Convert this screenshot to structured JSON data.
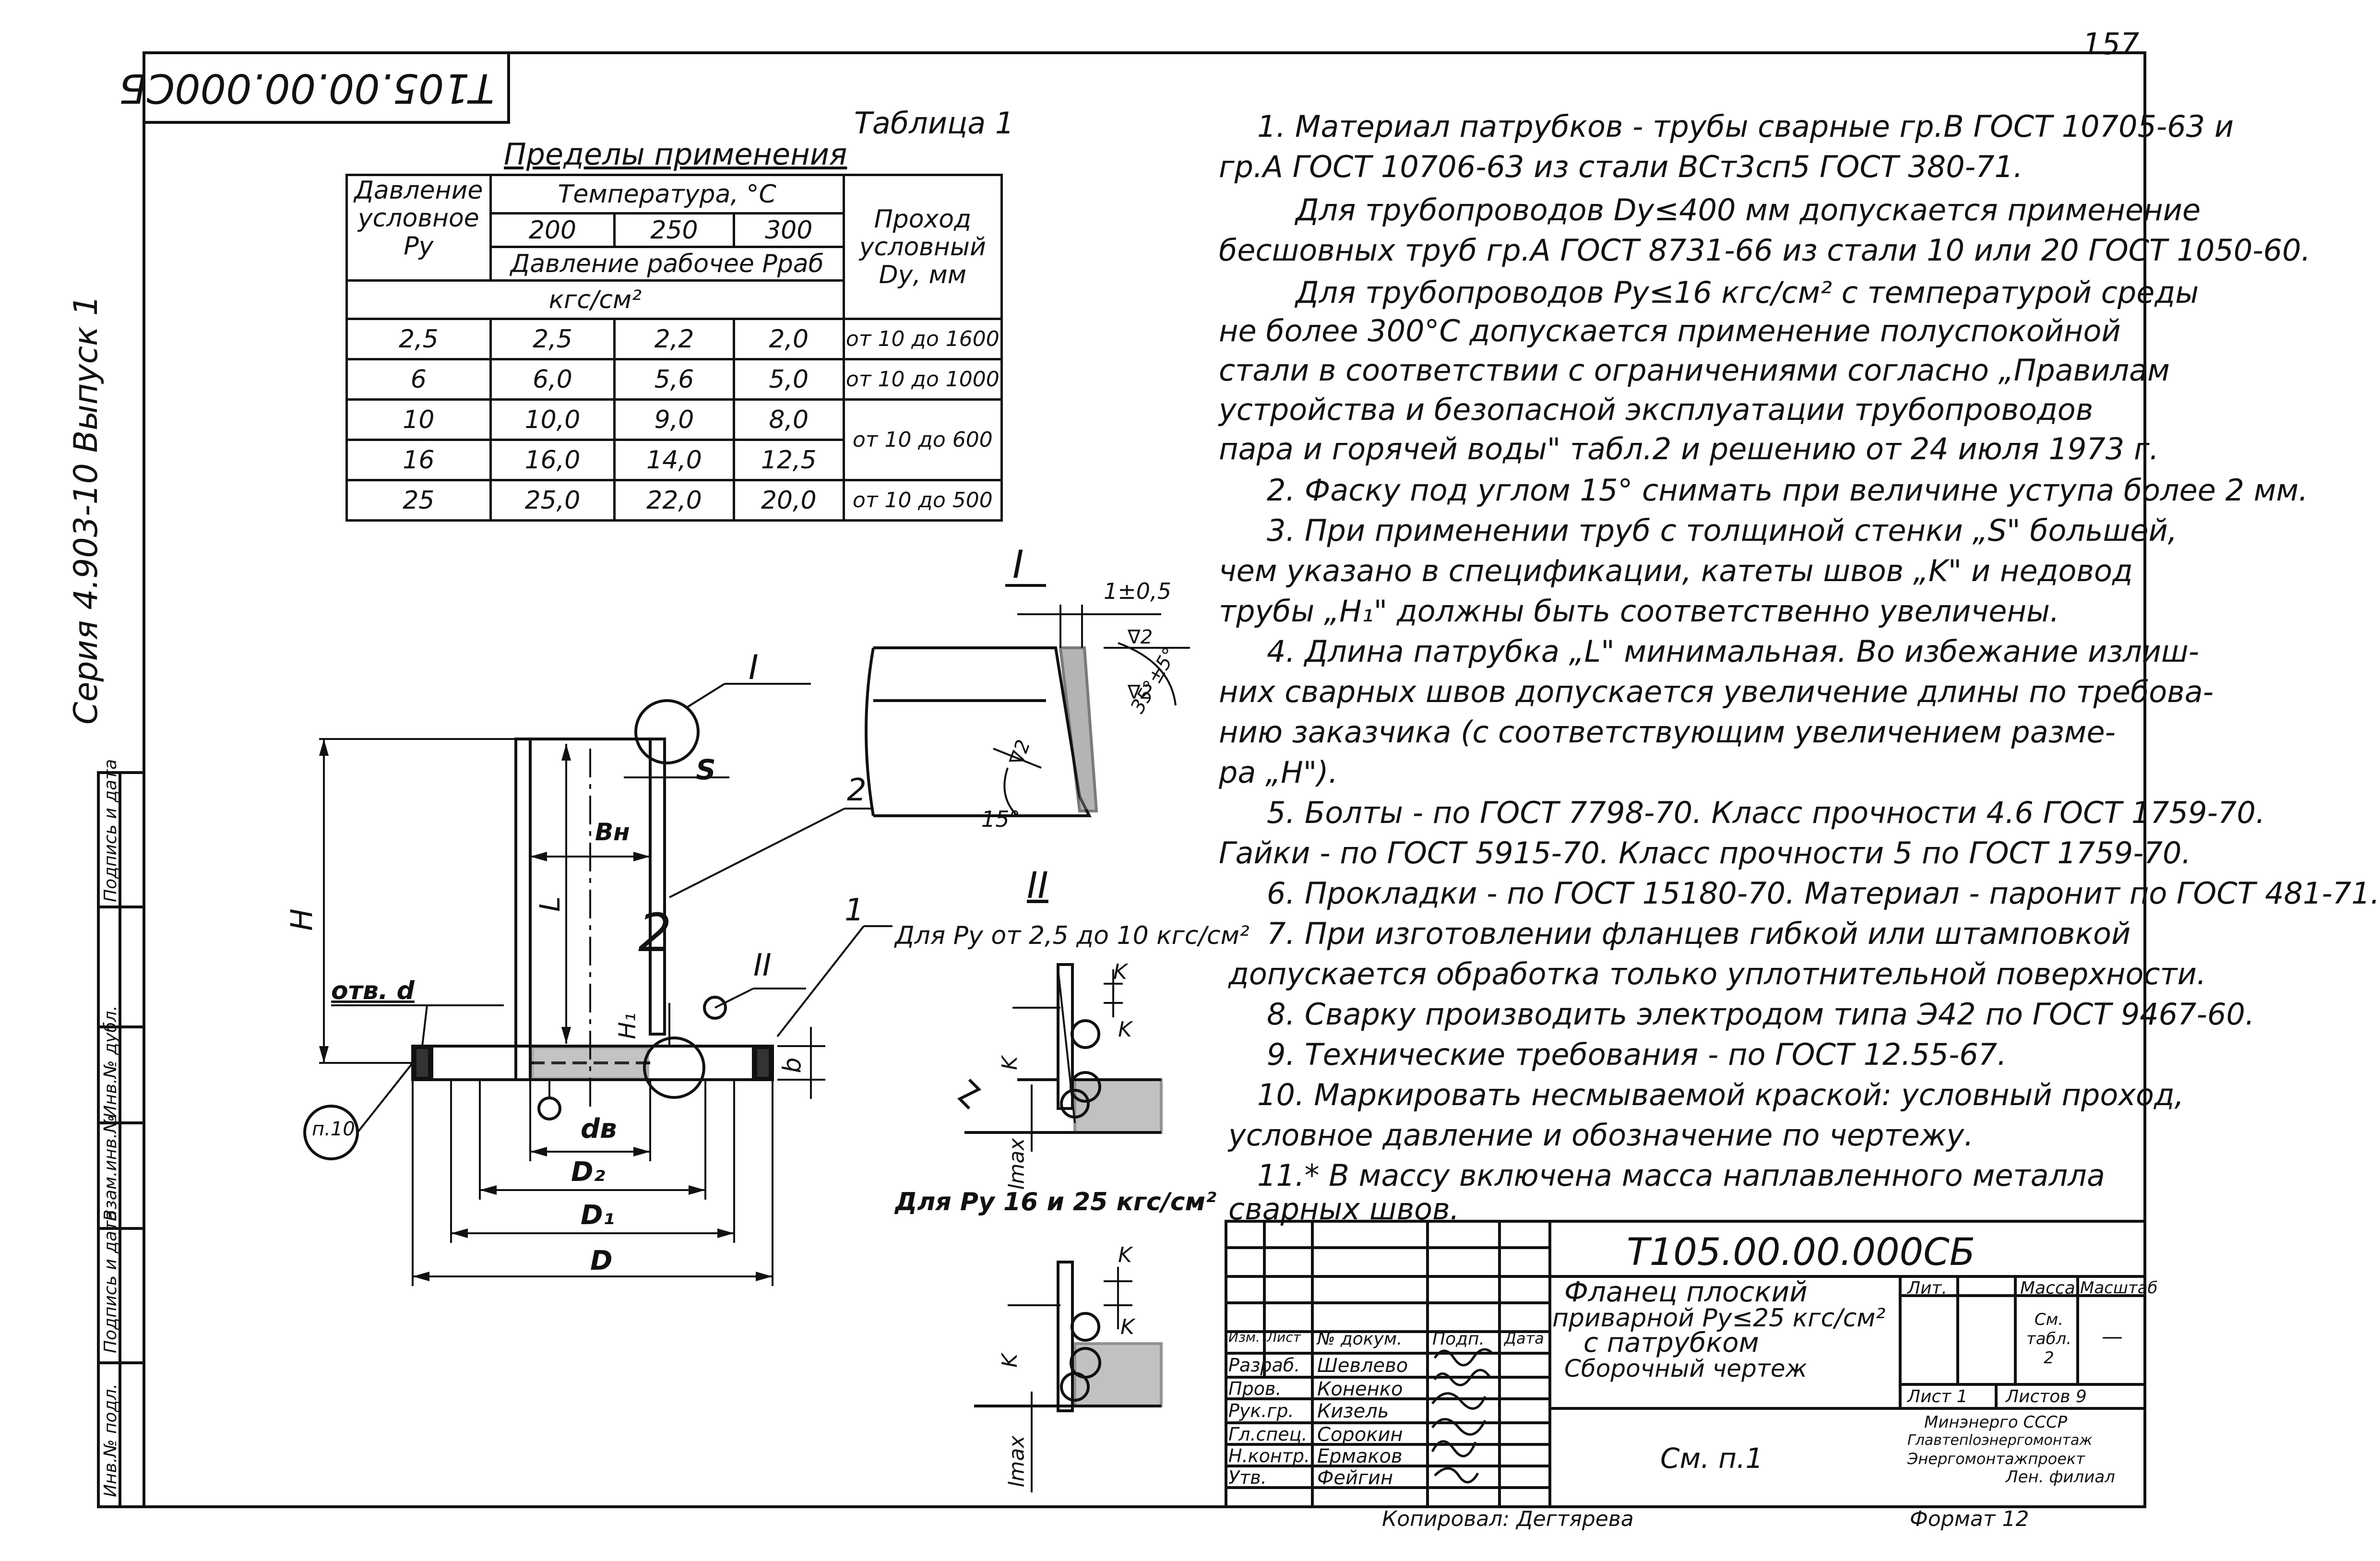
{
  "page_number": "157",
  "stamp_code": "Т105.00.00.000СБ",
  "series_label": "Серия 4.903-10 Выпуск 1",
  "side_labels": [
    "Инв.№ подл.",
    "Подпись и дата",
    "Взам.инв.№",
    "Инв.№ дубл.",
    "Подпись и дата"
  ],
  "table1": {
    "caption": "Таблица 1",
    "title": "Пределы применения",
    "col_pressure": "Давление условное Ру",
    "col_temperature": "Температура, °С",
    "temps": [
      "200",
      "250",
      "300"
    ],
    "col_work_pressure": "Давление рабочее Рраб",
    "unit": "кгс/см²",
    "col_dn": "Проход условный Dу, мм",
    "rows": [
      {
        "py": "2,5",
        "p200": "2,5",
        "p250": "2,2",
        "p300": "2,0",
        "dn": "от 10 до 1600"
      },
      {
        "py": "6",
        "p200": "6,0",
        "p250": "5,6",
        "p300": "5,0",
        "dn": "от 10 до 1000"
      },
      {
        "py": "10",
        "p200": "10,0",
        "p250": "9,0",
        "p300": "8,0",
        "dn": "от 10 до 600"
      },
      {
        "py": "16",
        "p200": "16,0",
        "p250": "14,0",
        "p300": "12,5",
        "dn": ""
      },
      {
        "py": "25",
        "p200": "25,0",
        "p250": "22,0",
        "p300": "20,0",
        "dn": "от 10 до 500"
      }
    ]
  },
  "notes": [
    "1. Материал патрубков - трубы сварные гр.В ГОСТ 10705-63 и",
    "гр.А ГОСТ 10706-63 из стали ВСт3сп5 ГОСТ 380-71.",
    "Для трубопроводов Dу≤400 мм допускается применение",
    "бесшовных труб гр.А ГОСТ 8731-66 из стали 10 или 20 ГОСТ 1050-60.",
    "Для трубопроводов Ру≤16 кгс/см² с температурой среды",
    "не более 300°С допускается применение полуспокойной",
    "стали в соответствии с ограничениями согласно „Правилам",
    "устройства и безопасной эксплуатации трубопроводов",
    "пара и горячей воды\" табл.2 и решению от 24 июля 1973 г.",
    "2. Фаску под углом 15° снимать при величине уступа более 2 мм.",
    "3. При применении труб с толщиной стенки „S\" большей,",
    "чем указано в спецификации, катеты швов „K\" и недовод",
    "трубы „H₁\" должны быть соответственно увеличены.",
    "4. Длина патрубка „L\" минимальная. Во избежание излиш-",
    "них сварных швов допускается увеличение длины по требова-",
    "нию заказчика (с соответствующим увеличением разме-",
    "ра „H\").",
    "5. Болты - по ГОСТ 7798-70. Класс прочности 4.6 ГОСТ 1759-70.",
    "Гайки - по ГОСТ 5915-70. Класс прочности 5 по ГОСТ 1759-70.",
    "6. Прокладки - по ГОСТ 15180-70. Материал - паронит по ГОСТ 481-71.",
    "7. При изготовлении фланцев гибкой или штамповкой",
    "допускается обработка только уплотнительной поверхности.",
    "8. Сварку производить электродом типа Э42 по ГОСТ 9467-60.",
    "9. Технические требования - по ГОСТ 12.55-67.",
    "10. Маркировать несмываемой краской: условный проход,",
    "условное давление и обозначение по чертежу.",
    "11.* В массу включена масса наплавленного металла",
    "сварных швов."
  ],
  "drawing_labels": {
    "view_I": "I",
    "view_II": "II",
    "callout_I": "I",
    "callout_II": "II",
    "part_1": "1",
    "part_2": "2",
    "S": "S",
    "Bn": "Вн",
    "L": "L",
    "H": "H",
    "H1": "H₁",
    "b": "b",
    "hole": "отв. d",
    "db": "dв",
    "D2": "D₂",
    "D1": "D₁",
    "D": "D",
    "weld_symbol": "2",
    "note_ref": "п.10",
    "detail_dim": "1±0,5",
    "detail_angle": "15°",
    "detail_chamfer": "35°±5°",
    "detail_rough_1": "∇2",
    "detail_rough_2": "∇2",
    "detail_rough_3": "∇2",
    "weld1_caption": "Для Ру от 2,5 до 10 кгс/см²",
    "weld2_caption": "Для Ру 16 и 25 кгс/см²",
    "K": "K",
    "lmax": "lmax"
  },
  "title_block": {
    "doc_code": "Т105.00.00.000СБ",
    "title_lines": [
      "Фланец плоский",
      "приварной Ру≤25 кгс/см²",
      "с патрубком",
      "Сборочный чертеж"
    ],
    "headers": {
      "lit": "Лит.",
      "mass": "Масса",
      "scale": "Масштаб"
    },
    "mass_value": "См. табл. 2",
    "scale_value": "—",
    "sheet": "Лист 1",
    "sheets": "Листов 9",
    "org": [
      "Минэнерго СССР",
      "Главтепloэнергомонтаж",
      "Энергомонтажпроект",
      "Лен. филиал"
    ],
    "material_note": "См. п.1",
    "col_headers": [
      "Изм.",
      "Лист",
      "№ докум.",
      "Подп.",
      "Дата"
    ],
    "roles": [
      {
        "role": "Разраб.",
        "name": "Шевлево"
      },
      {
        "role": "Пров.",
        "name": "Коненко"
      },
      {
        "role": "Рук.гр.",
        "name": "Кизель"
      },
      {
        "role": "Гл.спец.",
        "name": "Сорокин"
      },
      {
        "role": "Н.контр.",
        "name": "Ермаков"
      },
      {
        "role": "Утв.",
        "name": "Фейгин"
      }
    ],
    "copied": "Копировал: Дегтярева",
    "format": "Формат 12"
  }
}
